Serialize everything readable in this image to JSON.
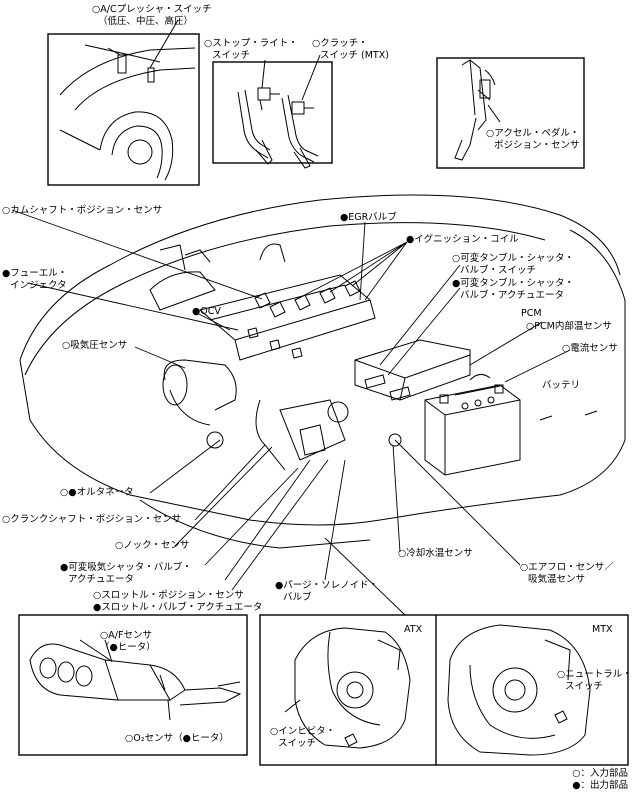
{
  "labels": {
    "ac_switch": {
      "l1": "○A/Cプレッシャ・スイッチ",
      "l2": "（低圧、中圧、高圧）"
    },
    "stop_light": {
      "l1": "○ストップ・ライト・",
      "l2": "スイッチ"
    },
    "clutch": {
      "l1": "○クラッチ・",
      "l2": "スイッチ (MTX)"
    },
    "accel": {
      "l1": "○アクセル・ペダル・",
      "l2": "ポジション・センサ"
    },
    "camshaft": "○カムシャフト・ポジション・センサ",
    "egr": "●EGRバルブ",
    "ignition": "●イグニッション・コイル",
    "vts_switch": {
      "l1": "○可変タンブル・シャッタ・",
      "l2": "バルブ・スイッチ"
    },
    "vts_actuator": {
      "l1": "●可変タンブル・シャッタ・",
      "l2": "バルブ・アクチュエータ"
    },
    "fuel_injector": {
      "l1": "●フューエル・",
      "l2": "インジェクタ"
    },
    "ocv": "●OCV",
    "pcm": "PCM",
    "pcm_temp": "○PCM内部温センサ",
    "map": "○吸気圧センサ",
    "current": "○電流センサ",
    "battery": "バッテリ",
    "alternator": "○●オルタネータ",
    "crankshaft": "○クランクシャフト・ポジション・センサ",
    "knock": "○ノック・センサ",
    "vis": {
      "l1": "●可変吸気シャッタ・バルブ・",
      "l2": "アクチュエータ"
    },
    "throttle": {
      "l1": "○スロットル・ポジション・センサ",
      "l2": "●スロットル・バルブ・アクチュエータ"
    },
    "purge": {
      "l1": "●パージ・ソレノイド・",
      "l2": "バルブ"
    },
    "ect": "○冷却水温センサ",
    "maf": {
      "l1": "○エアフロ・センサ／",
      "l2": "吸気温センサ"
    },
    "af_sensor": {
      "l1": "○A/Fセンサ",
      "l2": "（●ヒータ）"
    },
    "o2_sensor": "○O₂センサ（●ヒータ）",
    "atx": "ATX",
    "mtx": "MTX",
    "inhibitor": {
      "l1": "○インヒビタ・",
      "l2": "スイッチ"
    },
    "neutral": {
      "l1": "○ニュートラル・",
      "l2": "スイッチ"
    }
  },
  "legend": {
    "input": "○：入力部品",
    "output": "●：出力部品"
  }
}
